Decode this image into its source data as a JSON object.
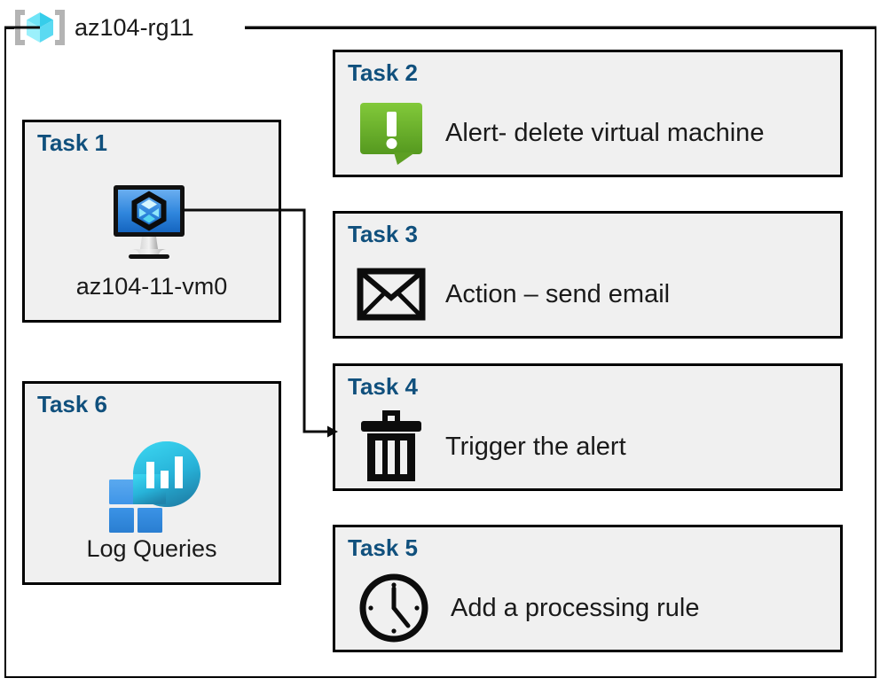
{
  "diagram": {
    "resource_group": {
      "icon": "resource-group-cube-icon",
      "label": "az104-rg11"
    },
    "left_column": [
      {
        "title": "Task 1",
        "icon": "virtual-machine-icon",
        "caption": "az104-11-vm0"
      },
      {
        "title": "Task 6",
        "icon": "log-analytics-icon",
        "caption": "Log Queries"
      }
    ],
    "right_column": [
      {
        "title": "Task 2",
        "icon": "alert-bubble-icon",
        "label": "Alert- delete virtual machine"
      },
      {
        "title": "Task 3",
        "icon": "envelope-icon",
        "label": "Action – send email"
      },
      {
        "title": "Task 4",
        "icon": "trash-can-icon",
        "label": "Trigger the alert"
      },
      {
        "title": "Task 5",
        "icon": "clock-icon",
        "label": "Add a processing rule"
      }
    ],
    "connector": {
      "from": "virtual-machine-icon",
      "to": "Task 4",
      "arrow": "arrowhead-right"
    },
    "colors": {
      "title_blue": "#10507d",
      "card_fill": "#f0f0f0",
      "card_border": "#000000",
      "rg_icon_cyan": "#4fd8f0",
      "rg_bracket_gray": "#b4b4b4",
      "vm_screen_blue": "#2f86dd",
      "alert_green": "#76bf2a",
      "log_square_blue": "#2e8ce0",
      "log_circle_teal": "#2ac7e8",
      "text_black": "#1a1a1a",
      "background": "#ffffff"
    }
  }
}
